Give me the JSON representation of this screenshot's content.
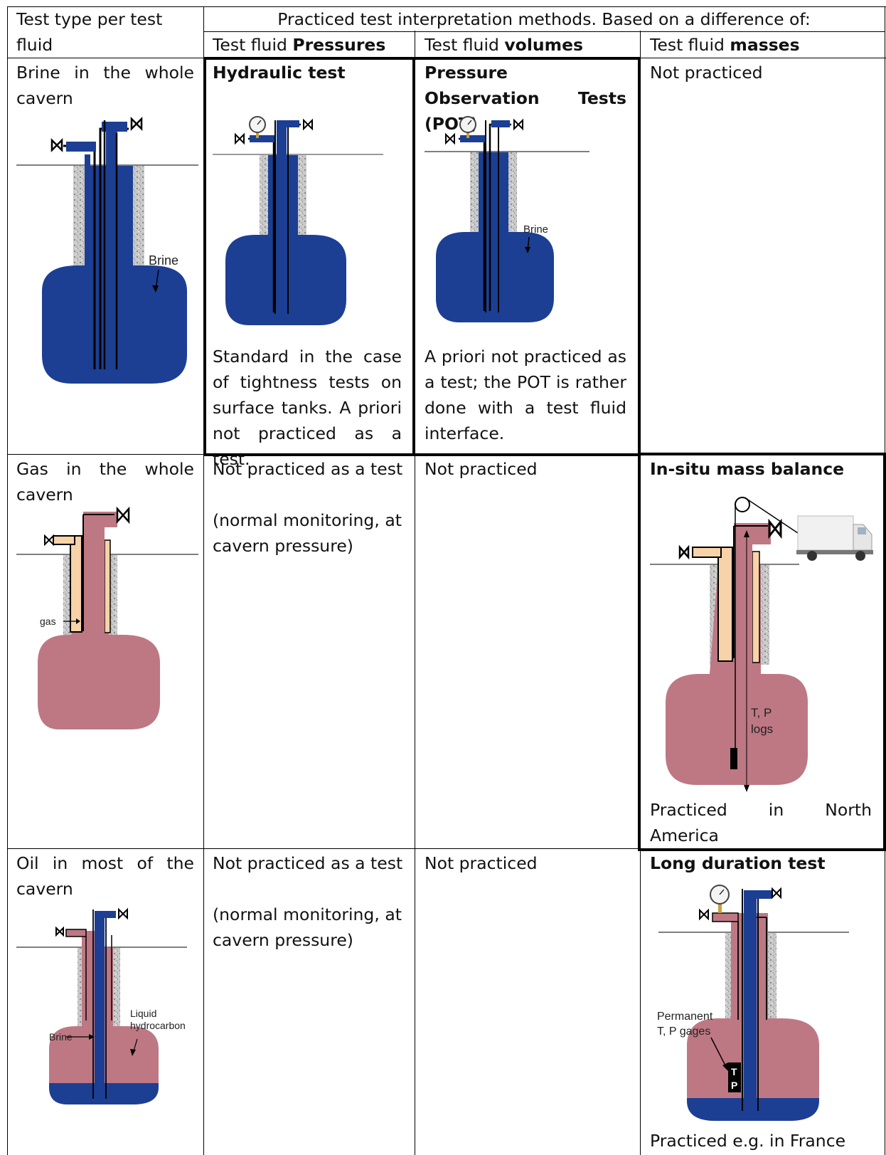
{
  "header": {
    "row_label": "Test type per test fluid",
    "methods_title": "Practiced test interpretation methods. Based on a difference of:",
    "col_pressures_prefix": "Test fluid ",
    "col_pressures_bold": "Pressures",
    "col_volumes_prefix": "Test fluid ",
    "col_volumes_bold": "volumes",
    "col_masses_prefix": "Test fluid ",
    "col_masses_bold": "masses"
  },
  "rows": [
    {
      "label": "Brine in the whole cavern",
      "figure_label": "Brine",
      "pressures": {
        "title": "Hydraulic test",
        "note": "Standard in the case of tightness tests on surface tanks. A priori not practiced as a test."
      },
      "volumes": {
        "title": "Pressure Observation Tests (POT)",
        "figure_label": "Brine",
        "note": "A priori not practiced as a test; the POT is rather done with a test fluid interface."
      },
      "masses": {
        "text": "Not practiced"
      }
    },
    {
      "label": "Gas in the whole cavern",
      "figure_label": "gas",
      "pressures": {
        "text": "Not practiced as a test",
        "note": "(normal monitoring, at cavern pressure)"
      },
      "volumes": {
        "text": "Not practiced"
      },
      "masses": {
        "title": "In-situ mass balance",
        "figure_label_1": "T, P",
        "figure_label_2": "logs",
        "note": "Practiced in North America"
      }
    },
    {
      "label": "Oil in most of the cavern",
      "figure_label_brine": "Brine",
      "figure_label_liquid_1": "Liquid",
      "figure_label_liquid_2": "hydrocarbon",
      "pressures": {
        "text": "Not practiced as a test",
        "note": "(normal monitoring, at cavern pressure)"
      },
      "volumes": {
        "text": "Not practiced"
      },
      "masses": {
        "title": "Long duration test",
        "figure_label_1": "Permanent",
        "figure_label_2": "T, P gages",
        "gauge_letter_1": "T",
        "gauge_letter_2": "P",
        "note": "Practiced e.g. in France"
      }
    }
  ],
  "colors": {
    "brine": "#1c3f94",
    "gas": "#bd7884",
    "annulus": "#f8d2a8",
    "cement": "#c8c8c8"
  }
}
